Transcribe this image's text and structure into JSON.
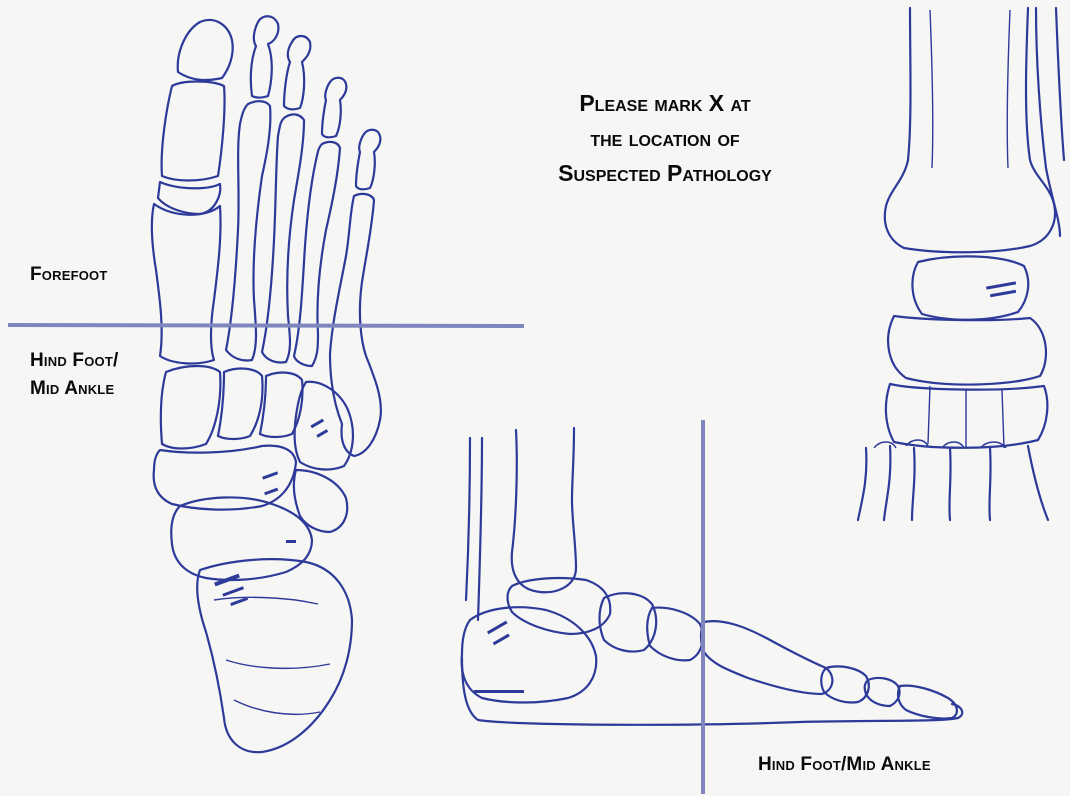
{
  "instruction": {
    "line1": "Please mark X at",
    "line2": "the location of",
    "line3": "Suspected Pathology"
  },
  "labels": {
    "forefoot": "Forefoot",
    "hindfoot_line1": "Hind Foot/",
    "hindfoot_line2": "Mid Ankle",
    "bottom": "Hind Foot/Mid Ankle"
  },
  "colors": {
    "background": "#f6f6f4",
    "bone_stroke": "#2d3a9a",
    "divider": "#7f86be",
    "text": "#0a0a0a"
  },
  "icons": {
    "dorsal_view": "foot-skeleton-dorsal-view",
    "lateral_view": "foot-skeleton-lateral-view",
    "ankle_view": "ankle-skeleton-anterior-view"
  }
}
